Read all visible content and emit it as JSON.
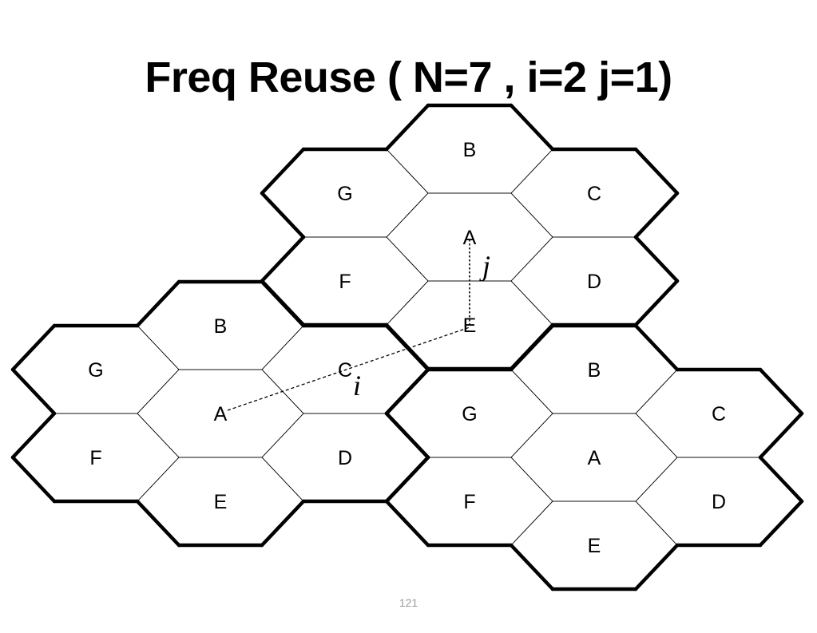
{
  "slide": {
    "title": "Freq Reuse ( N=7 , i=2  j=1)",
    "page_number": "121"
  },
  "clusters": [
    {
      "name": "top",
      "cells": {
        "A": "A",
        "B": "B",
        "C": "C",
        "D": "D",
        "E": "E",
        "F": "F",
        "G": "G"
      }
    },
    {
      "name": "left",
      "cells": {
        "A": "A",
        "B": "B",
        "C": "C",
        "D": "D",
        "E": "E",
        "F": "F",
        "G": "G"
      }
    },
    {
      "name": "right",
      "cells": {
        "A": "A",
        "B": "B",
        "C": "C",
        "D": "D",
        "E": "E",
        "F": "F",
        "G": "G"
      }
    }
  ],
  "shift_labels": {
    "i": "i",
    "j": "j"
  },
  "colors": {
    "line": "#000000",
    "background": "#ffffff",
    "page_number": "#9a9a9a"
  }
}
